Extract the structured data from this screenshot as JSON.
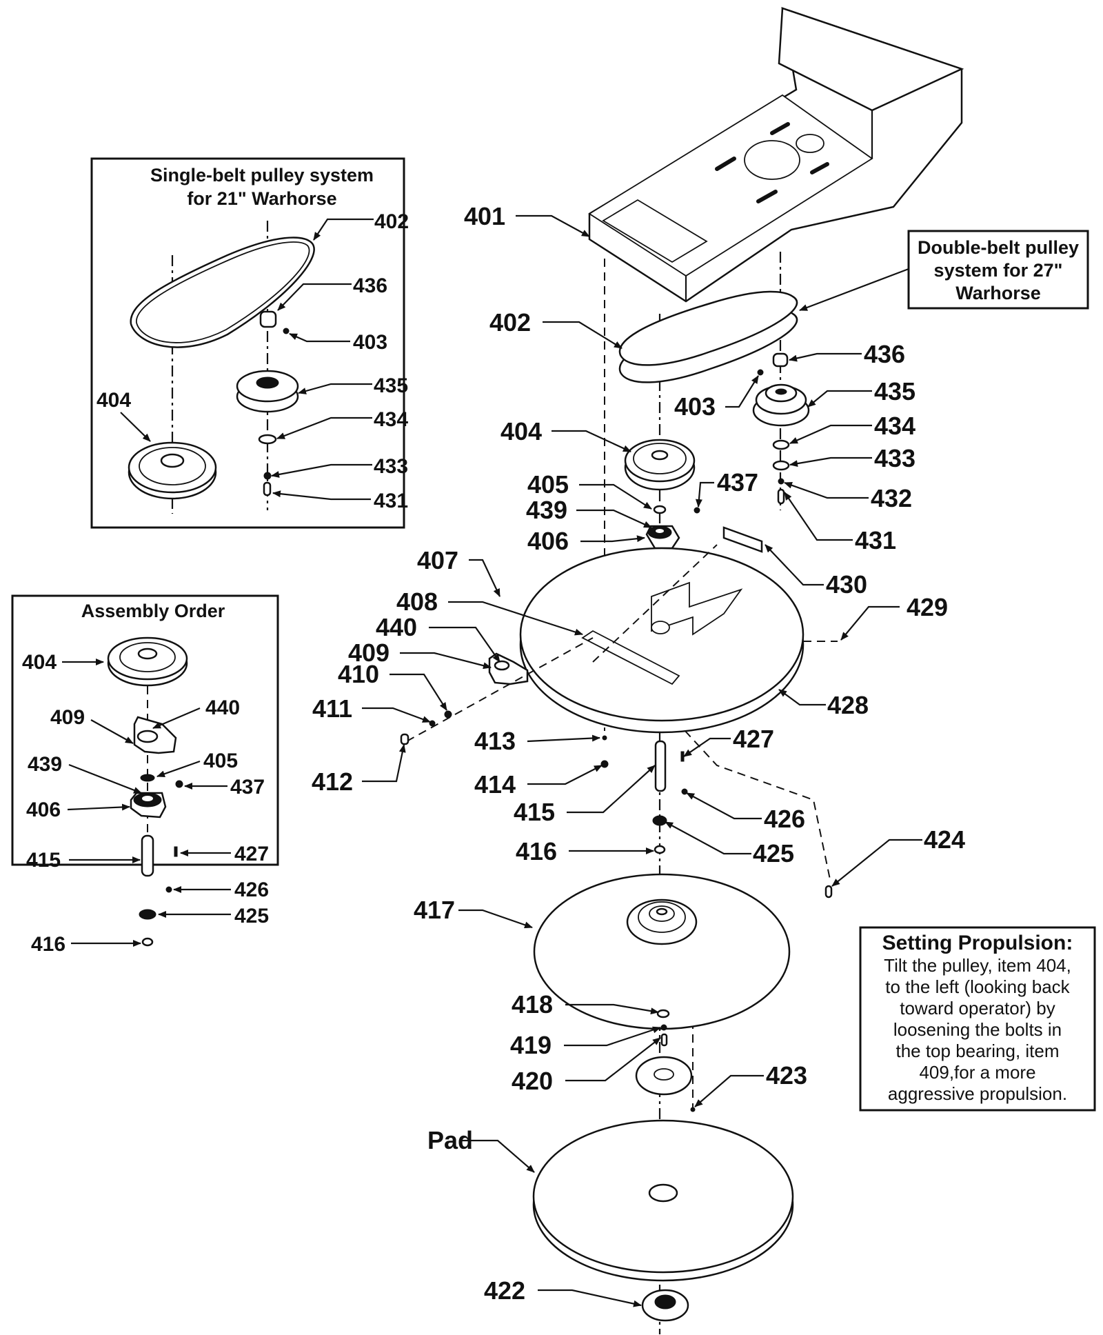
{
  "diagram": {
    "type": "exploded-parts-diagram",
    "subject": "Warhorse pulley and pad drive assembly"
  },
  "insets": {
    "single_belt": {
      "title_line1": "Single-belt pulley system",
      "title_line2": "for 21\" Warhorse",
      "labels": [
        "402",
        "436",
        "403",
        "435",
        "434",
        "433",
        "431",
        "404"
      ]
    },
    "double_belt": {
      "title_line1": "Double-belt pulley",
      "title_line2": "system for 27\"",
      "title_line3": "Warhorse"
    },
    "assembly_order": {
      "title": "Assembly Order",
      "labels": [
        "404",
        "409",
        "440",
        "439",
        "405",
        "437",
        "406",
        "415",
        "427",
        "426",
        "425",
        "416"
      ]
    },
    "setting_propulsion": {
      "title": "Setting Propulsion:",
      "lines": [
        "Tilt the pulley, item 404,",
        "to the left (looking back",
        "toward operator) by",
        "loosening the bolts in",
        "the top bearing, item",
        "409,for a more",
        "aggressive propulsion."
      ]
    }
  },
  "main_labels": {
    "l401": "401",
    "l402": "402",
    "l403": "403",
    "l404": "404",
    "l405": "405",
    "l406": "406",
    "l407": "407",
    "l408": "408",
    "l409": "409",
    "l410": "410",
    "l411": "411",
    "l412": "412",
    "l413": "413",
    "l414": "414",
    "l415": "415",
    "l416": "416",
    "l417": "417",
    "l418": "418",
    "l419": "419",
    "l420": "420",
    "l422": "422",
    "l423": "423",
    "l424": "424",
    "l425": "425",
    "l426": "426",
    "l427": "427",
    "l428": "428",
    "l429": "429",
    "l430": "430",
    "l431": "431",
    "l432": "432",
    "l433": "433",
    "l434": "434",
    "l435": "435",
    "l436": "436",
    "l437": "437",
    "l439": "439",
    "l440": "440",
    "pad": "Pad"
  }
}
